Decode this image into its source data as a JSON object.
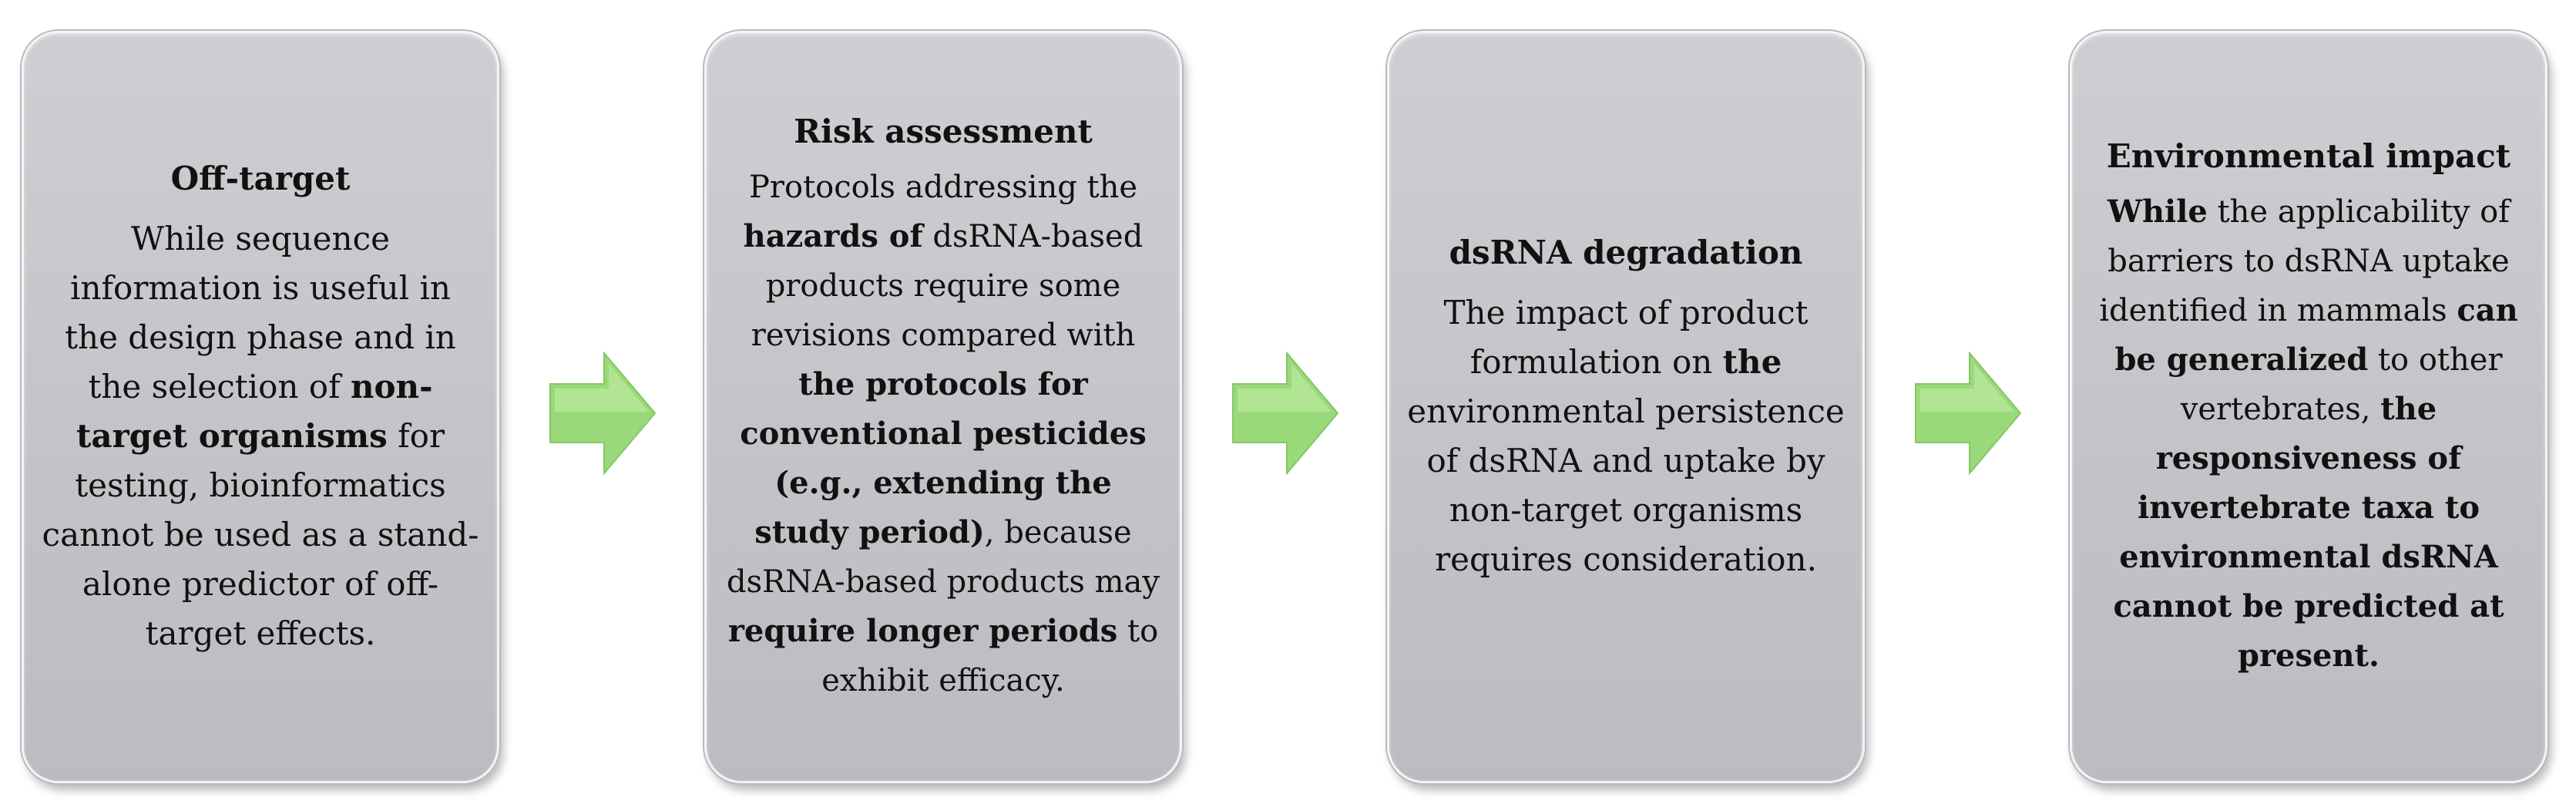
{
  "boxes": [
    {
      "title": "Off-target",
      "body": [
        {
          "text": "While sequence information is useful in the design phase and in the selection of ",
          "bold": false
        },
        {
          "text": "non-target organisms",
          "bold": true
        },
        {
          "text": " for testing, bioinformatics cannot be used as a stand-alone predictor of off-target effects.",
          "bold": false
        }
      ]
    },
    {
      "title": "Risk assessment",
      "body": [
        {
          "text": "Protocols addressing the ",
          "bold": false
        },
        {
          "text": "hazards of",
          "bold": true
        },
        {
          "text": " dsRNA-based products require some revisions compared with ",
          "bold": false
        },
        {
          "text": "the protocols for conventional pesticides (e.g., extending the study period)",
          "bold": true
        },
        {
          "text": ", because dsRNA-based products may ",
          "bold": false
        },
        {
          "text": "require longer periods",
          "bold": true
        },
        {
          "text": " to exhibit efficacy.",
          "bold": false
        }
      ]
    },
    {
      "title": "dsRNA degradation",
      "body": [
        {
          "text": "The impact of product formulation on ",
          "bold": false
        },
        {
          "text": "the",
          "bold": true
        },
        {
          "text": " environmental persistence of dsRNA and uptake by non-target organisms requires consideration.",
          "bold": false
        }
      ]
    },
    {
      "title": "Environmental impact",
      "body": [
        {
          "text": "While",
          "bold": true
        },
        {
          "text": " the applicability of barriers to dsRNA uptake identified in mammals ",
          "bold": false
        },
        {
          "text": "can be generalized",
          "bold": true
        },
        {
          "text": " to other vertebrates, ",
          "bold": false
        },
        {
          "text": "the responsiveness of invertebrate taxa to environmental dsRNA cannot be predicted at present.",
          "bold": true
        }
      ]
    }
  ],
  "colors": {
    "box_fill": "#c6c5ca",
    "box_border": "#f4f4f6",
    "arrow_fill": "#9ad97a",
    "arrow_highlight": "#c4efaa",
    "arrow_shadow": "#74b95a"
  },
  "icons": {
    "connector": "right-arrow-icon"
  }
}
